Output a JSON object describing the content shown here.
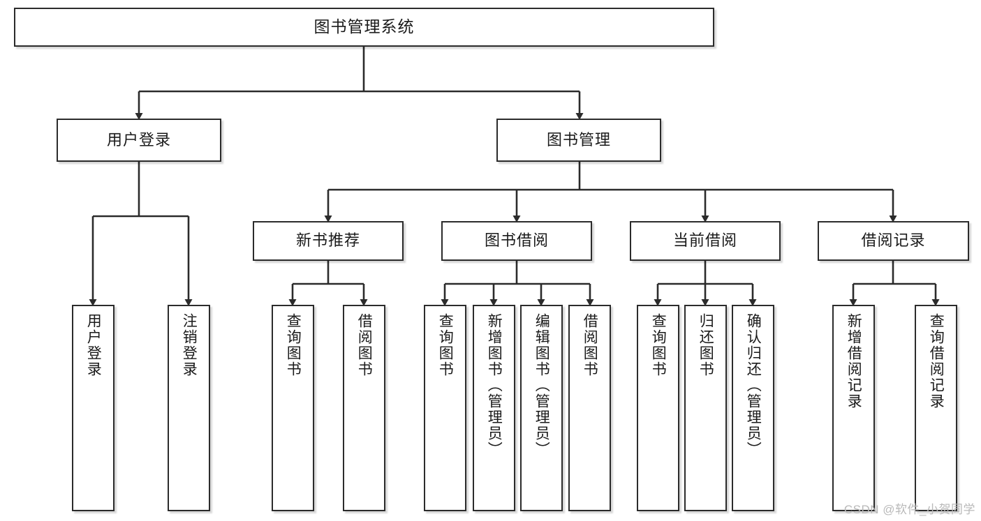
{
  "diagram": {
    "title": "图书管理系统",
    "type": "hierarchy-tree",
    "watermark": "CSDN @软件_小贺同学",
    "colors": {
      "box_border": "#2b2b2b",
      "box_fill": "#ffffff",
      "connector": "#2b2b2b",
      "text": "#1a1a1a",
      "watermark": "#b9b9b9",
      "background": "#ffffff"
    }
  },
  "nodes": {
    "root": {
      "label": "图书管理系统"
    },
    "level2": [
      {
        "label": "用户登录"
      },
      {
        "label": "图书管理"
      }
    ],
    "level3": [
      {
        "label": "新书推荐"
      },
      {
        "label": "图书借阅"
      },
      {
        "label": "当前借阅"
      },
      {
        "label": "借阅记录"
      }
    ],
    "leaves": [
      {
        "label": "用户登录"
      },
      {
        "label": "注销登录"
      },
      {
        "label": "查询图书"
      },
      {
        "label": "借阅图书"
      },
      {
        "label": "查询图书"
      },
      {
        "label": "新增图书（管理员）"
      },
      {
        "label": "编辑图书（管理员）"
      },
      {
        "label": "借阅图书"
      },
      {
        "label": "查询图书"
      },
      {
        "label": "归还图书"
      },
      {
        "label": "确认归还（管理员）"
      },
      {
        "label": "新增借阅记录"
      },
      {
        "label": "查询借阅记录"
      }
    ]
  }
}
